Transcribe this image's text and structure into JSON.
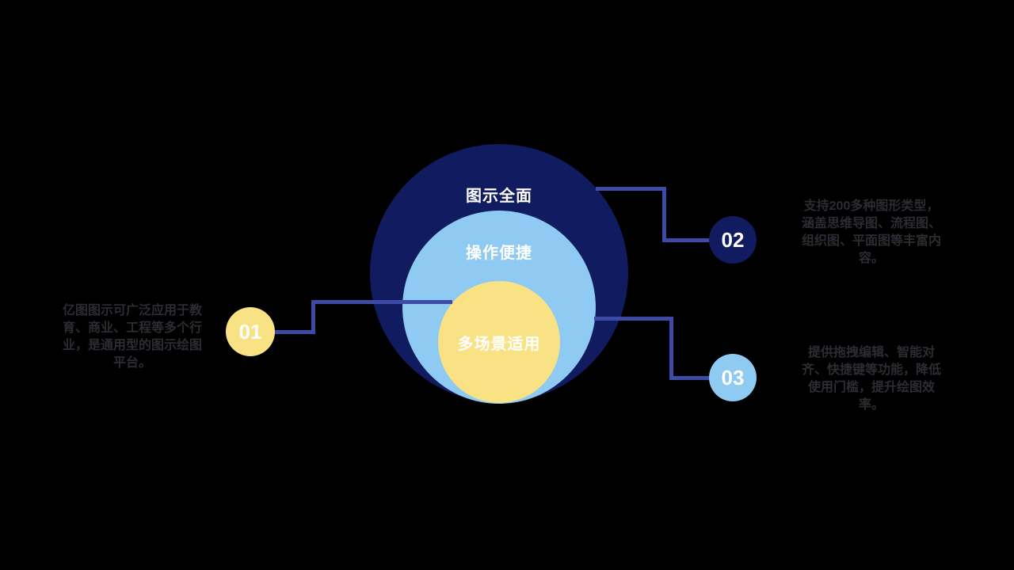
{
  "colors": {
    "bg": "#000000",
    "navy": "#111B60",
    "lightblue": "#8ECAF2",
    "yellow": "#F8E283",
    "line": "#3E4BA6",
    "text_dark": "#2C2C33",
    "white": "#FFFFFF"
  },
  "diagram": {
    "rings": [
      {
        "id": "outer",
        "label": "图示全面",
        "color": "#111B60",
        "label_color": "#FFFFFF"
      },
      {
        "id": "middle",
        "label": "操作便捷",
        "color": "#8ECAF2",
        "label_color": "#FFFFFF"
      },
      {
        "id": "inner",
        "label": "多场景适用",
        "color": "#F8E283",
        "label_color": "#FFFFFF"
      }
    ],
    "callouts": [
      {
        "number": "01",
        "badge_color": "#F8E283",
        "side": "left",
        "target_ring": "inner",
        "text": "亿图图示可广泛应用于教\n育、商业、工程等多个行\n业，是通用型的图示绘图\n平台。"
      },
      {
        "number": "02",
        "badge_color": "#111B60",
        "side": "right-top",
        "target_ring": "outer",
        "text": "支持200多种图形类型，\n涵盖思维导图、流程图、\n组织图、平面图等丰富内\n容。"
      },
      {
        "number": "03",
        "badge_color": "#8ECAF2",
        "side": "right-bottom",
        "target_ring": "middle",
        "text": "提供拖拽编辑、智能对\n齐、快捷键等功能，降低\n使用门槛，提升绘图效\n率。"
      }
    ]
  }
}
